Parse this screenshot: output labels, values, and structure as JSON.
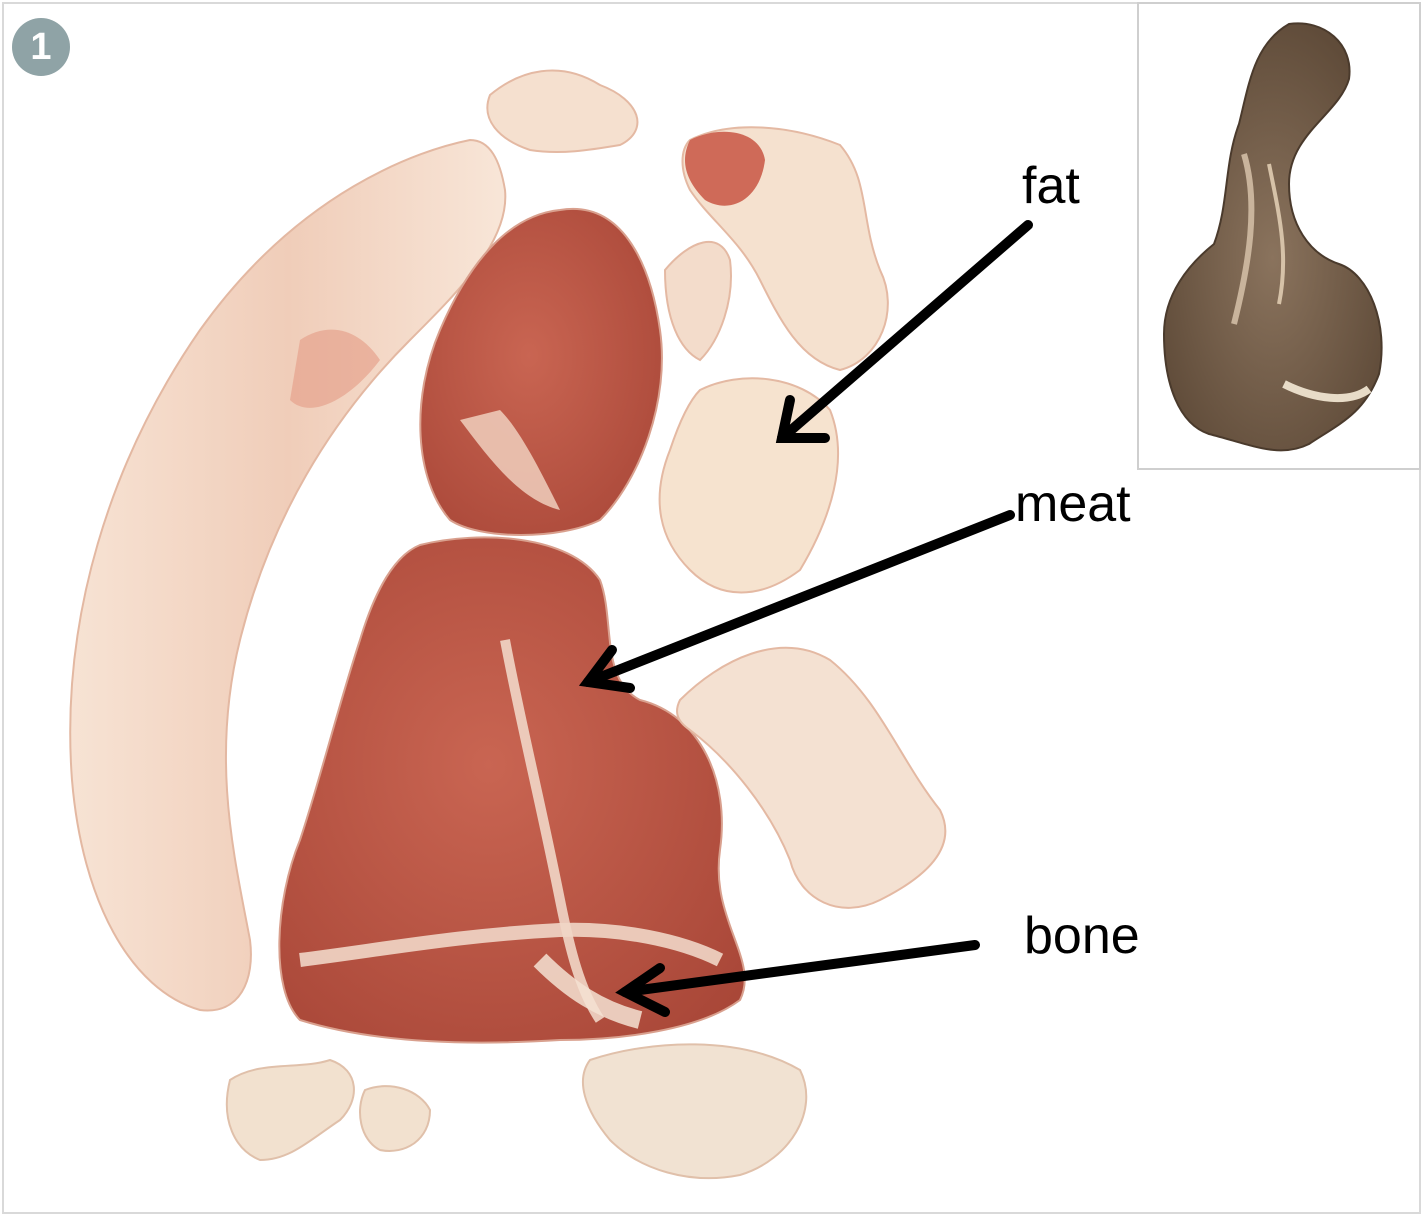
{
  "step_badge": "1",
  "labels": {
    "fat": "fat",
    "meat": "meat",
    "bone": "bone"
  },
  "colors": {
    "meat": "#c05a48",
    "fat": "#f2dccb",
    "bone": "#f5e8d6",
    "cooked": "#7a6450",
    "arrow": "#000000"
  }
}
